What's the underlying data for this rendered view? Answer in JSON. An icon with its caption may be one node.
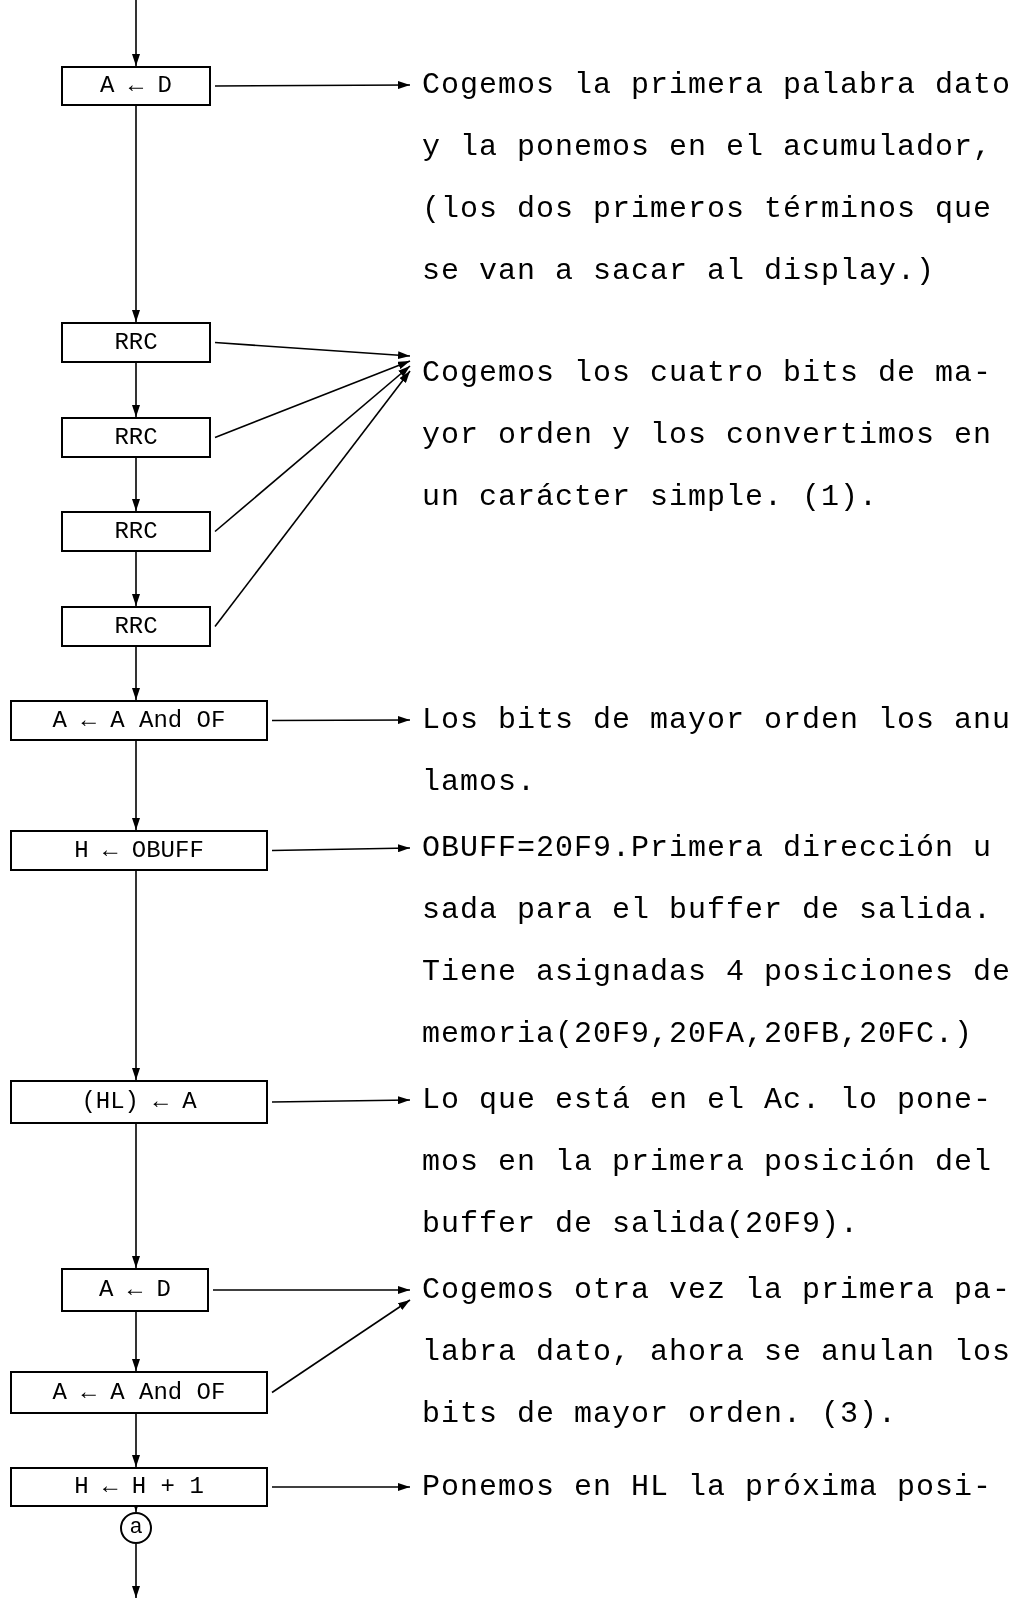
{
  "diagram": {
    "nodes": [
      {
        "text": [
          "A ← D"
        ]
      },
      {
        "text": [
          "Cogemos la primera palabra dato y la ponemos en el acumulador, (los dos primeros términos que se van a sacar al display.)"
        ]
      },
      {
        "text": [
          "RRC"
        ]
      },
      {
        "text": [
          "RRC"
        ]
      },
      {
        "text": [
          "RRC"
        ]
      },
      {
        "text": [
          "RRC"
        ]
      },
      {
        "text": [
          "Cogemos los cuatro bits de ma- yor orden y los convertimos en un carácter simple. (1)."
        ]
      },
      {
        "text": [
          "A ← A And OF"
        ]
      },
      {
        "text": [
          "Los bits de mayor orden los anu lamos."
        ]
      },
      {
        "text": [
          "H ← OBUFF"
        ]
      },
      {
        "text": [
          "OBUFF=20F9.Primera dirección u sada para el buffer de salida. Tiene asignadas 4 posiciones de memoria(20F9,20FA,20FB,20FC.)"
        ]
      },
      {
        "text": [
          "(HL) ← A"
        ]
      },
      {
        "text": [
          "Lo que está en el Ac. lo pone- mos en la primera posición del buffer de salida(20F9)."
        ]
      },
      {
        "text": [
          "A ← D"
        ]
      },
      {
        "text": [
          "A ← A And OF"
        ]
      },
      {
        "text": [
          "Cogemos otra vez la primera pa- labra dato, ahora se anulan los bits de mayor orden. (3)."
        ]
      },
      {
        "text": [
          "H ← H + 1"
        ]
      },
      {
        "text": [
          "Ponemos en HL la próxima posi-"
        ]
      },
      {
        "text": [
          "a"
        ]
      }
    ],
    "edges": [
      {
        "from": null,
        "to": 0,
        "arrow": "to"
      },
      {
        "from": 0,
        "to": 1,
        "arrow": "to"
      },
      {
        "from": 0,
        "to": 2,
        "arrow": "to"
      },
      {
        "from": 2,
        "to": 6,
        "arrow": "to"
      },
      {
        "from": 2,
        "to": 3,
        "arrow": "to"
      },
      {
        "from": 3,
        "to": 6,
        "arrow": "to"
      },
      {
        "from": 3,
        "to": 4,
        "arrow": "to"
      },
      {
        "from": 4,
        "to": 6,
        "arrow": "to"
      },
      {
        "from": 4,
        "to": 5,
        "arrow": "to"
      },
      {
        "from": 5,
        "to": 6,
        "arrow": "to"
      },
      {
        "from": 5,
        "to": 7,
        "arrow": "to"
      },
      {
        "from": 7,
        "to": 8,
        "arrow": "to"
      },
      {
        "from": 7,
        "to": 9,
        "arrow": "to"
      },
      {
        "from": 9,
        "to": 10,
        "arrow": "to"
      },
      {
        "from": 9,
        "to": 11,
        "arrow": "to"
      },
      {
        "from": 11,
        "to": 12,
        "arrow": "to"
      },
      {
        "from": 11,
        "to": 13,
        "arrow": "to"
      },
      {
        "from": 13,
        "to": 15,
        "arrow": "to"
      },
      {
        "from": 13,
        "to": 14,
        "arrow": "to"
      },
      {
        "from": 14,
        "to": 15,
        "arrow": "to"
      },
      {
        "from": 14,
        "to": 16,
        "arrow": "to"
      },
      {
        "from": 16,
        "to": 17,
        "arrow": "to"
      },
      {
        "from": 16,
        "to": 18,
        "arrow": "to"
      },
      {
        "from": 18,
        "to": null,
        "arrow": "to"
      }
    ]
  }
}
